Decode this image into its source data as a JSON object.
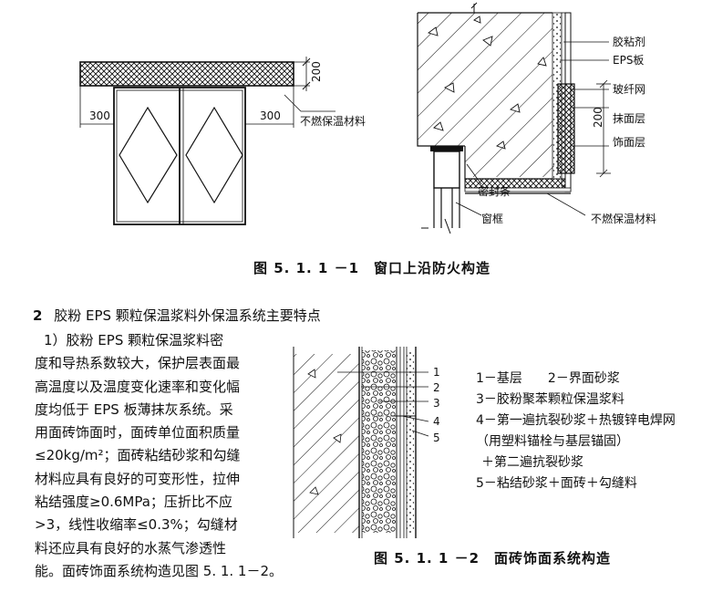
{
  "fig1": {
    "caption": "图 5. 1. 1 －1　窗口上沿防火构造",
    "left_dims": {
      "top": "200",
      "left": "300",
      "right": "300"
    },
    "left_label": "不燃保温材料",
    "right_labels": [
      "胶粘剂",
      "EPS板",
      "玻纤网",
      "抹面层",
      "饰面层",
      "密封条",
      "窗框",
      "不燃保温材料"
    ],
    "right_dim": "200"
  },
  "section": {
    "heading_num": "2",
    "heading": "胶粉 EPS 颗粒保温浆料外保温系统主要特点",
    "para_lines": [
      "1）胶粉 EPS 颗粒保温浆料密",
      "度和导热系数较大，保护层表面最",
      "高温度以及温度变化速率和变化幅",
      "度均低于 EPS 板薄抹灰系统。采",
      "用面砖饰面时，面砖单位面积质量",
      "≤20kg/m²；面砖粘结砂浆和勾缝",
      "材料应具有良好的可变形性，拉伸",
      "粘结强度≥0.6MPa；压折比不应",
      ">3，线性收缩率≤0.3%；勾缝材",
      "料还应具有良好的水蒸气渗透性",
      "能。面砖饰面系统构造见图 5. 1. 1－2。"
    ]
  },
  "fig2": {
    "numbers": [
      "1",
      "2",
      "3",
      "4",
      "5"
    ],
    "legend": [
      "1－基层　　2－界面砂浆",
      "3－胶粉聚苯颗粒保温浆料",
      "4－第一遍抗裂砂浆＋热镀锌电焊网",
      "（用塑料锚栓与基层锚固）",
      "＋第二遍抗裂砂浆",
      "5－粘结砂浆＋面砖＋勾缝料"
    ],
    "caption": "图 5. 1. 1 －2　面砖饰面系统构造"
  }
}
